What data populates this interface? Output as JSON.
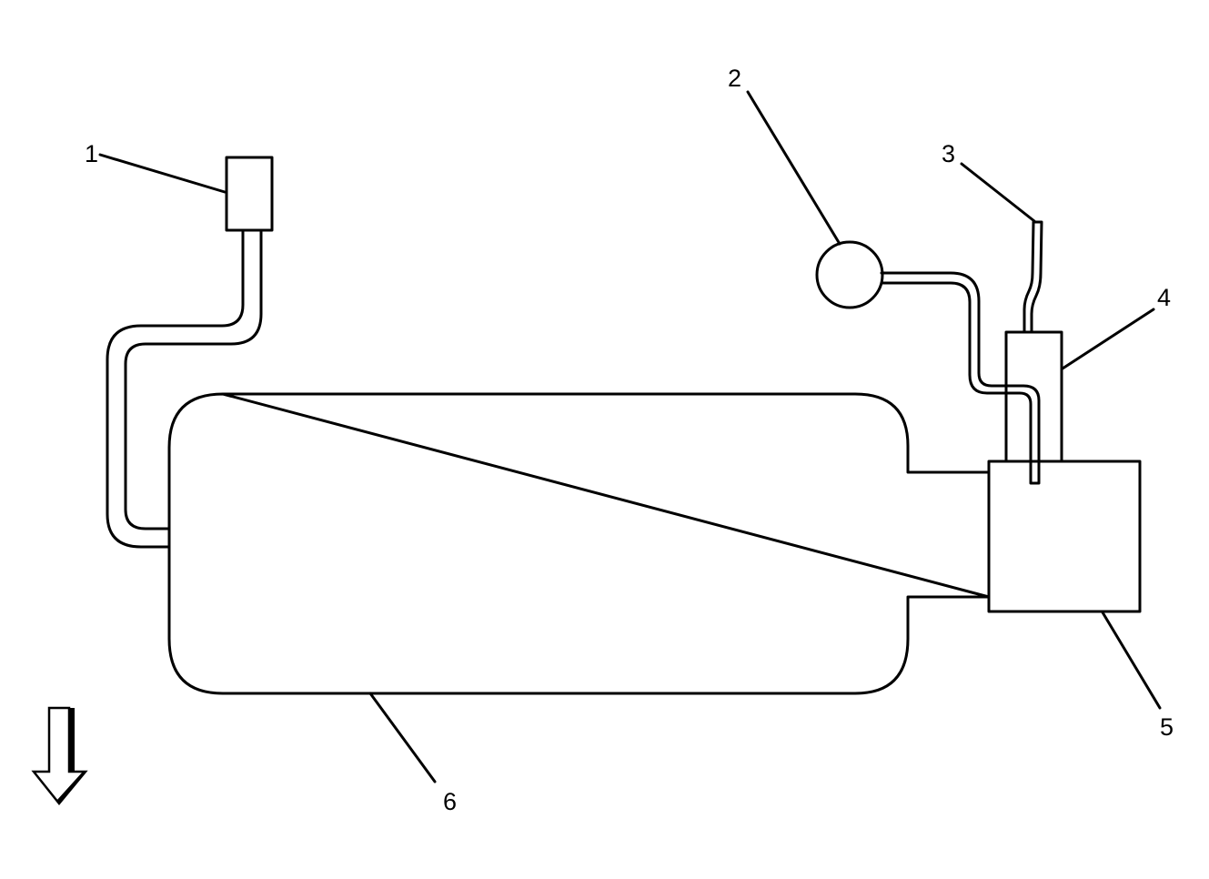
{
  "diagram": {
    "stroke_color": "#000000",
    "background_color": "#ffffff",
    "callouts": [
      {
        "number": "1",
        "target": "component-1-box"
      },
      {
        "number": "2",
        "target": "component-2-circle"
      },
      {
        "number": "3",
        "target": "component-3-wire"
      },
      {
        "number": "4",
        "target": "component-4-upper-box"
      },
      {
        "number": "5",
        "target": "component-5-lower-box"
      },
      {
        "number": "6",
        "target": "component-6-main-body"
      }
    ],
    "orientation_arrow": {
      "icon": "down-arrow-icon",
      "direction": "down"
    }
  }
}
